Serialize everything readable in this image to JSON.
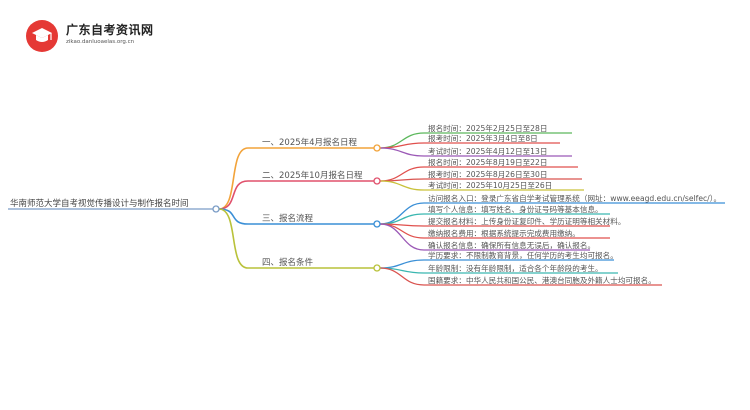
{
  "logo": {
    "name": "广东自考资讯网",
    "url": "zikao.danluoaelas.org.cn"
  },
  "mindmap": {
    "root": "华南师范大学自考视觉传播设计与制作报名时间",
    "branches": [
      {
        "label": "一、2025年4月报名日程",
        "color": "#f2a33a",
        "leaves": [
          {
            "text": "报名时间：2025年2月25日至28日",
            "color": "#5cb85c"
          },
          {
            "text": "报考时间：2025年3月4日至8日",
            "color": "#e0504d"
          },
          {
            "text": "考试时间：2025年4月12日至13日",
            "color": "#9b59b6"
          }
        ]
      },
      {
        "label": "二、2025年10月报名日程",
        "color": "#e0506b",
        "leaves": [
          {
            "text": "报名时间：2025年8月19日至22日",
            "color": "#e0504d"
          },
          {
            "text": "报考时间：2025年8月26日至30日",
            "color": "#d9534f"
          },
          {
            "text": "考试时间：2025年10月25日至26日",
            "color": "#c9c23a"
          }
        ]
      },
      {
        "label": "三、报名流程",
        "color": "#3a8fd6",
        "leaves": [
          {
            "text": "访问报名入口：登录广东省自学考试管理系统（网址：www.eeagd.edu.cn/selfec/）。",
            "color": "#3a8fd6"
          },
          {
            "text": "填写个人信息：填写姓名、身份证号码等基本信息。",
            "color": "#3ab7b0"
          },
          {
            "text": "提交报名材料：上传身份证复印件、学历证明等相关材料。",
            "color": "#e0504d"
          },
          {
            "text": "缴纳报名费用：根据系统提示完成费用缴纳。",
            "color": "#e0504d"
          },
          {
            "text": "确认报名信息：确保所有信息无误后，确认报名。",
            "color": "#9b59b6"
          }
        ]
      },
      {
        "label": "四、报名条件",
        "color": "#b9c23a",
        "leaves": [
          {
            "text": "学历要求：不限制教育背景，任何学历的考生均可报名。",
            "color": "#3a8fd6"
          },
          {
            "text": "年龄限制：没有年龄限制，适合各个年龄段的考生。",
            "color": "#3ab7b0"
          },
          {
            "text": "国籍要求：中华人民共和国公民、港澳台同胞及外籍人士均可报名。",
            "color": "#d9534f"
          }
        ]
      }
    ]
  }
}
